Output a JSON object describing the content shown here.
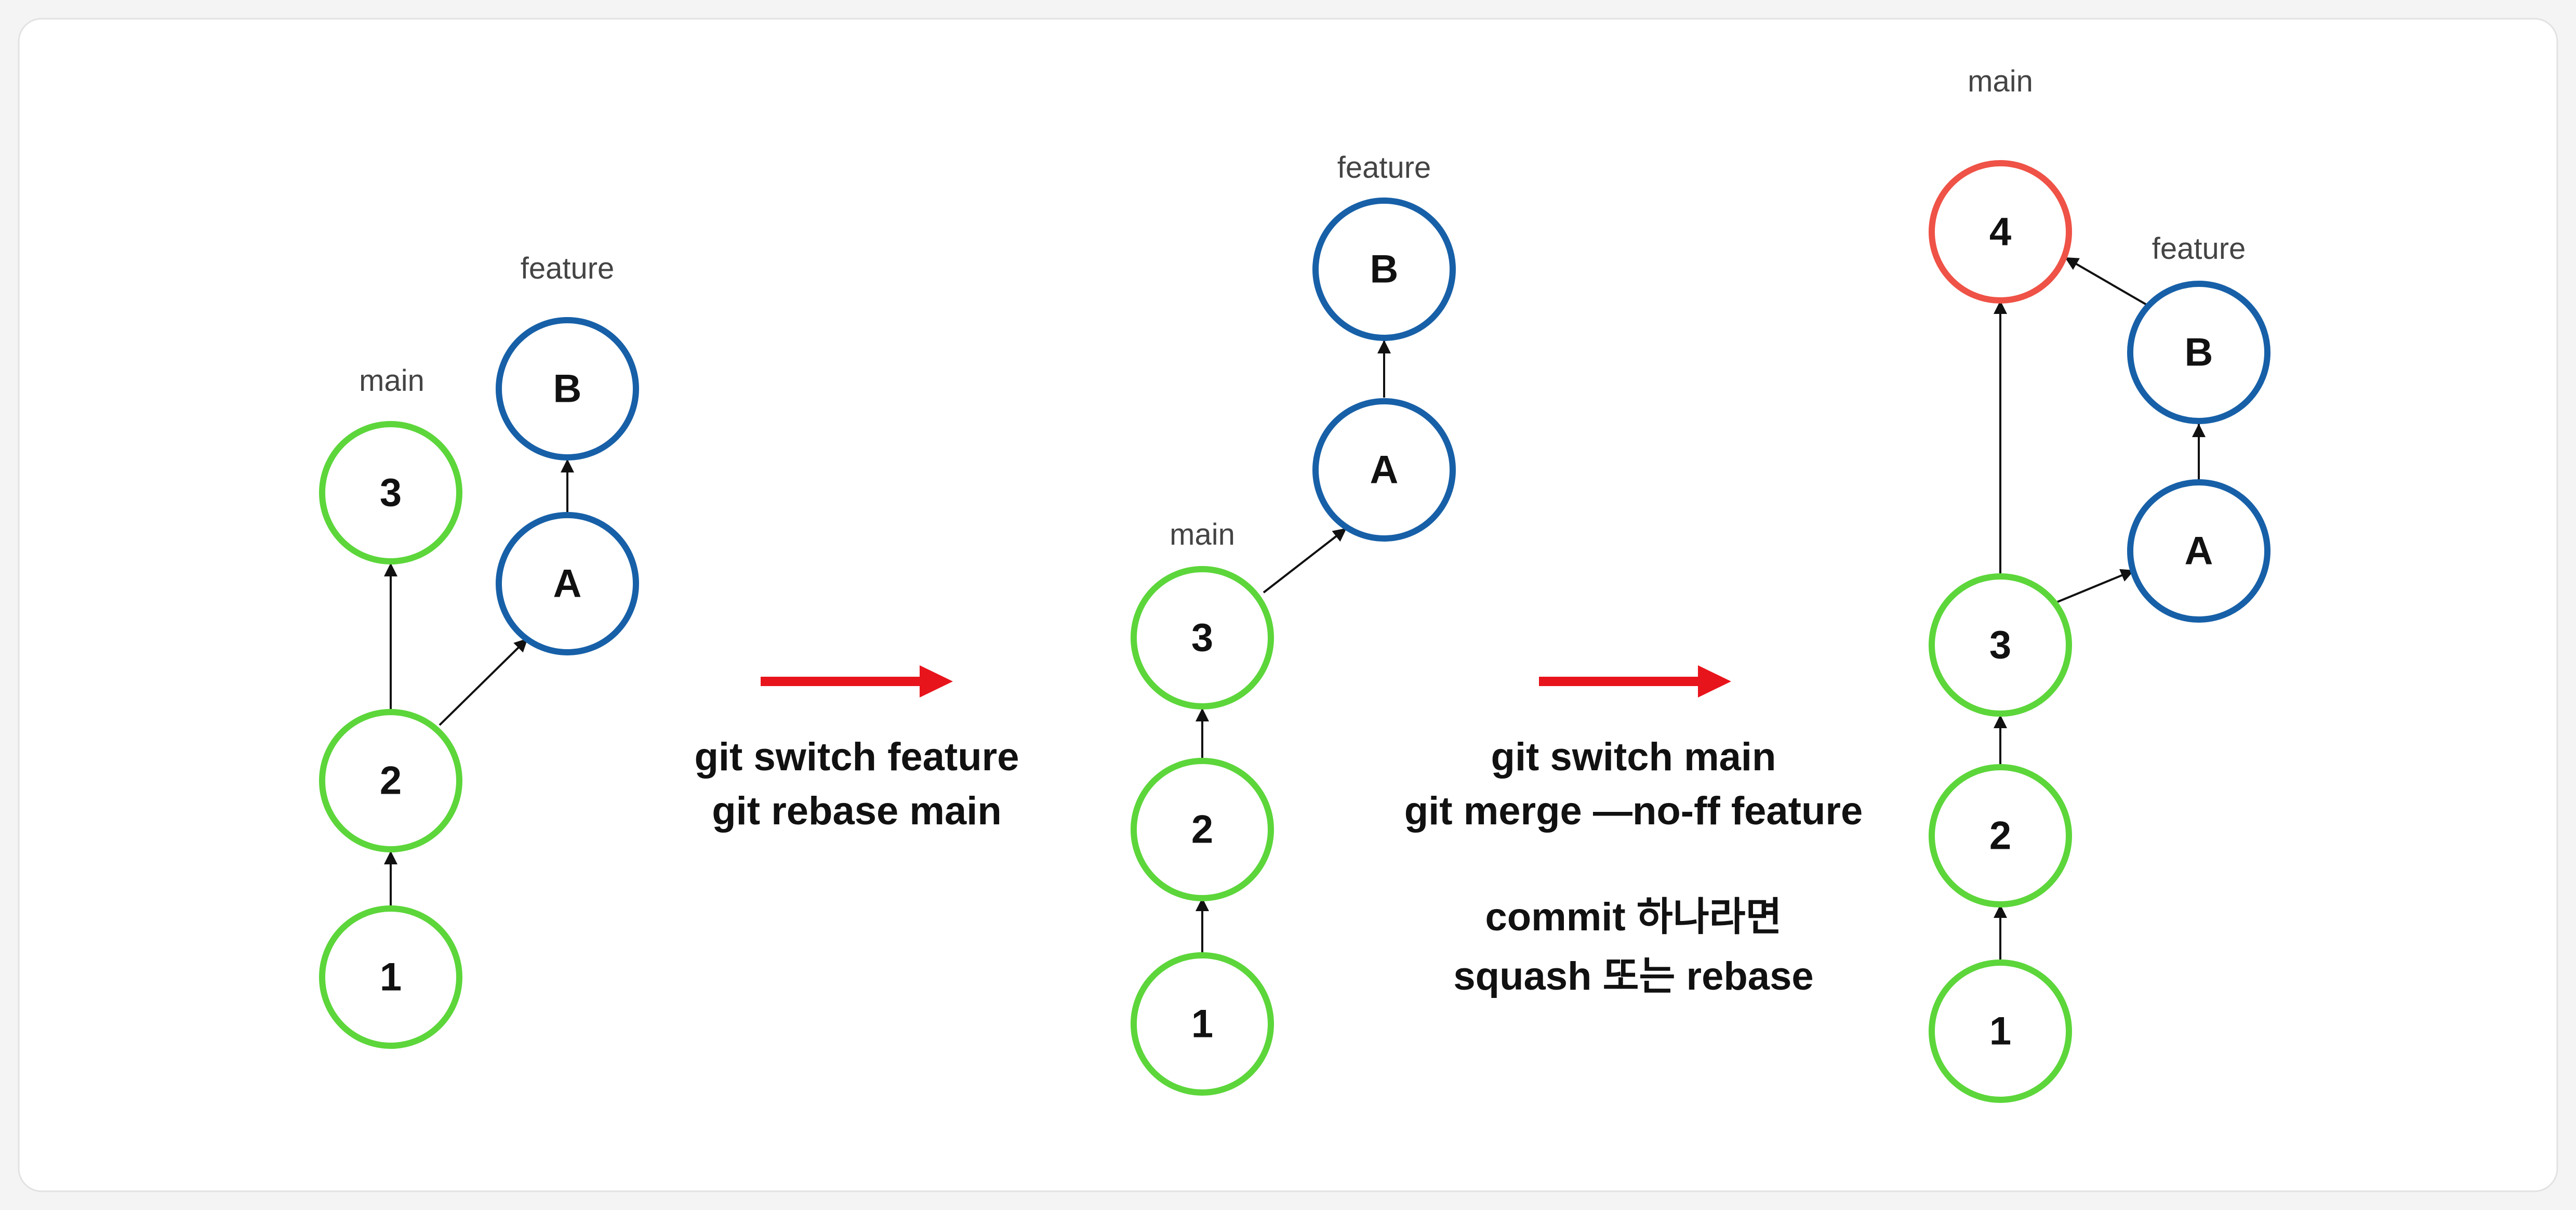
{
  "colors": {
    "commit_main": "#5cd63a",
    "commit_feature": "#1760a8",
    "commit_merge": "#ef5246",
    "arrow": "#e8141c",
    "edge": "#111111",
    "text": "#111111",
    "branch_label": "#444444",
    "background": "#ffffff"
  },
  "diagram_1": {
    "nodes": {
      "c1": "1",
      "c2": "2",
      "c3": "3",
      "cA": "A",
      "cB": "B"
    },
    "labels": {
      "main": "main",
      "feature": "feature"
    }
  },
  "transition_1": {
    "command_1": "git switch feature",
    "command_2": "git rebase main"
  },
  "diagram_2": {
    "nodes": {
      "c1": "1",
      "c2": "2",
      "c3": "3",
      "cA": "A",
      "cB": "B"
    },
    "labels": {
      "main": "main",
      "feature": "feature"
    }
  },
  "transition_2": {
    "command_1": "git switch main",
    "command_2": "git merge —no-ff feature",
    "note_1": "commit 하나라면",
    "note_2": "squash 또는 rebase"
  },
  "diagram_3": {
    "nodes": {
      "c1": "1",
      "c2": "2",
      "c3": "3",
      "cA": "A",
      "cB": "B",
      "c4": "4"
    },
    "labels": {
      "main": "main",
      "feature": "feature"
    }
  }
}
